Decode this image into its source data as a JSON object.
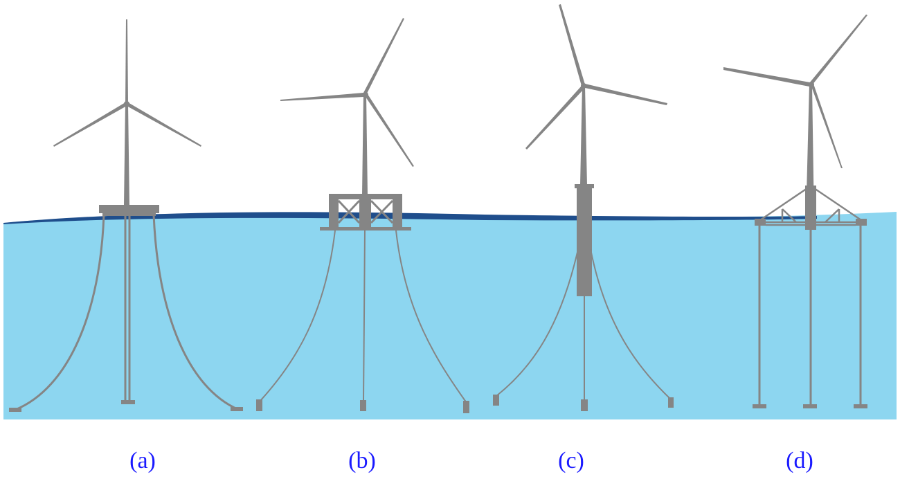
{
  "figure": {
    "description": "Floating offshore wind turbine foundation concepts",
    "colors": {
      "background": "#ffffff",
      "sea": "#8dd6f0",
      "sea_surface": "#1f4e8c",
      "structure": "#858585",
      "label_text": "#1a1aff"
    },
    "panels": [
      {
        "id": "a",
        "label": "(a)",
        "type": "tension-leg platform with curved tethers"
      },
      {
        "id": "b",
        "label": "(b)",
        "type": "semi-submersible with catenary moorings"
      },
      {
        "id": "c",
        "label": "(c)",
        "type": "spar buoy with catenary moorings"
      },
      {
        "id": "d",
        "label": "(d)",
        "type": "truss platform with vertical tendons"
      }
    ]
  }
}
